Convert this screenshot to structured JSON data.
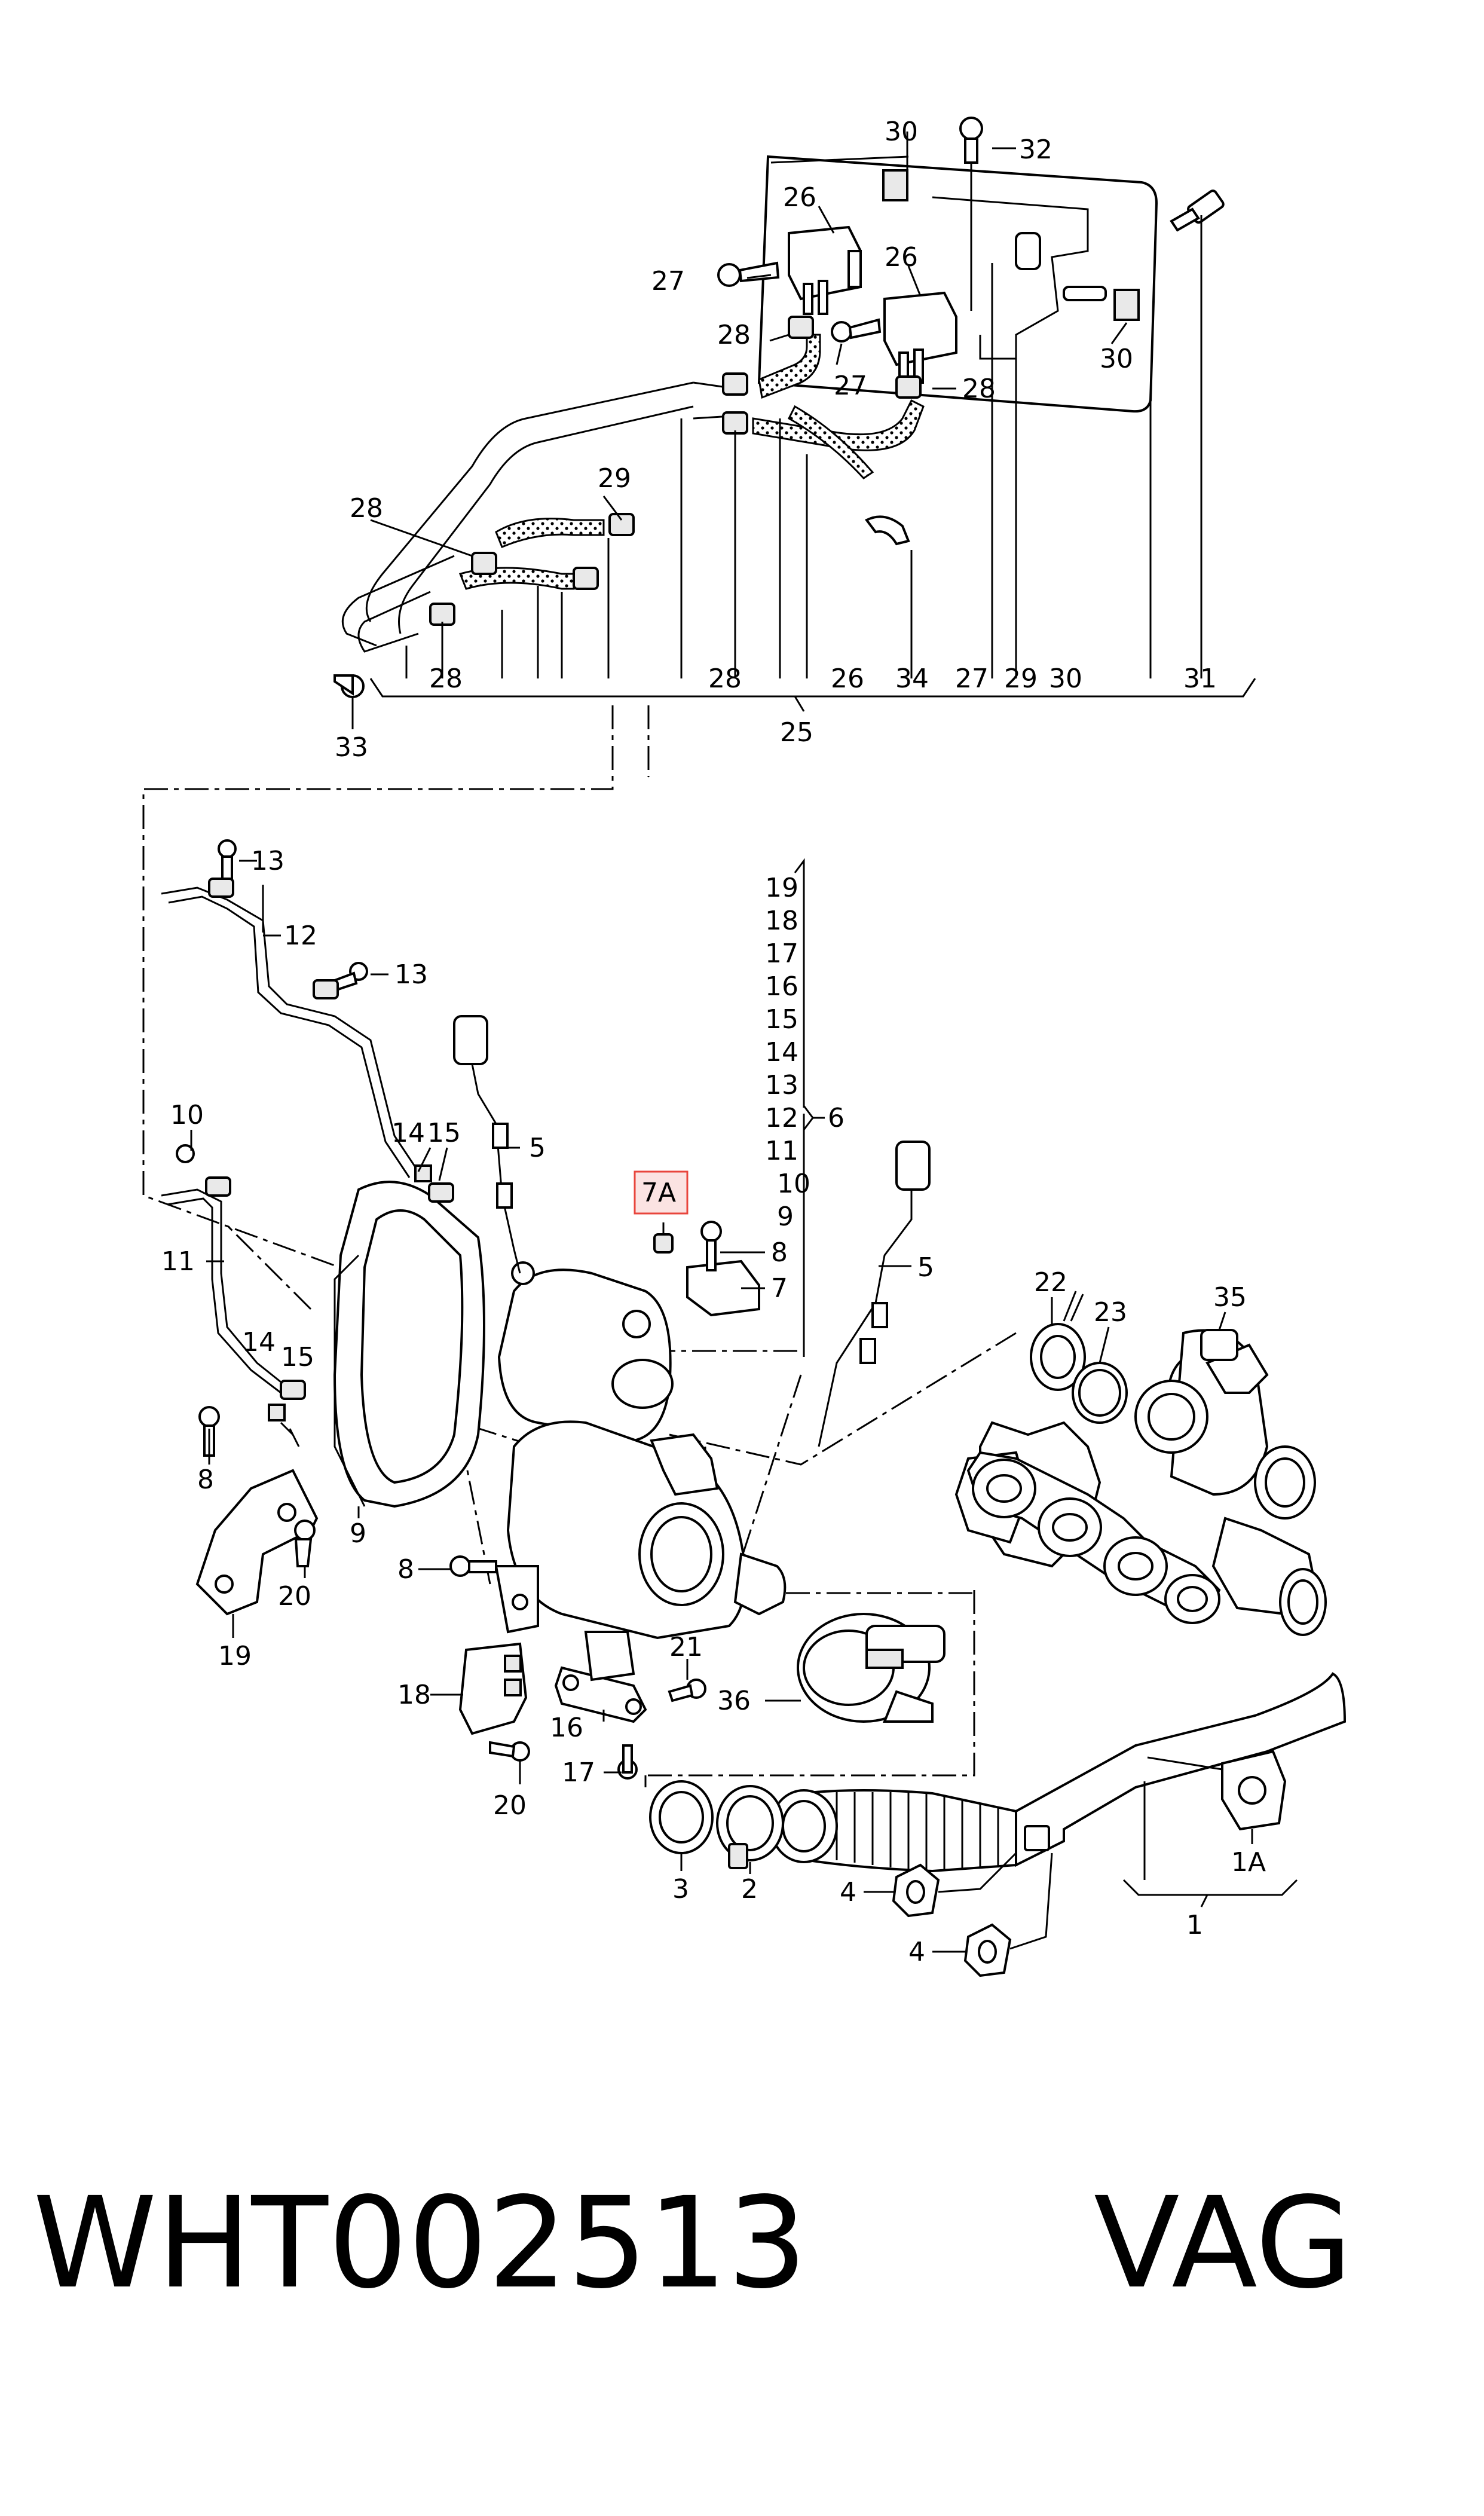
{
  "footer": {
    "part_number": "WHT002513",
    "brand": "VAG"
  },
  "callouts": {
    "c1": "1",
    "c1A": "1A",
    "c2": "2",
    "c3": "3",
    "c4a": "4",
    "c4b": "4",
    "c5a": "5",
    "c5b": "5",
    "c6": "6",
    "c7": "7",
    "c7A": "7A",
    "c8a": "8",
    "c8b": "8",
    "c8c": "8",
    "c9": "9",
    "c10": "10",
    "c11": "11",
    "c12": "12",
    "c13a": "13",
    "c13b": "13",
    "c14a": "14",
    "c14b": "14",
    "c15a": "15",
    "c15b": "15",
    "c16": "16",
    "c17": "17",
    "c18": "18",
    "c19": "19",
    "c20a": "20",
    "c20b": "20",
    "c21": "21",
    "c22": "22",
    "c23": "23",
    "c25": "25",
    "c26a": "26",
    "c26b": "26",
    "c26c": "26",
    "c27a": "27",
    "c27b": "27",
    "c27c": "27",
    "c28a": "28",
    "c28b": "28",
    "c28c": "28",
    "c28d": "28",
    "c28e": "28",
    "c29a": "29",
    "c29b": "29",
    "c30a": "30",
    "c30b": "30",
    "c30c": "30",
    "c31": "31",
    "c32": "32",
    "c33": "33",
    "c34": "34",
    "c35": "35",
    "c36": "36"
  },
  "kit_list_6": [
    "19",
    "18",
    "17",
    "16",
    "15",
    "14",
    "13",
    "12",
    "11",
    "10",
    "9"
  ],
  "highlight_color": "#e8453c"
}
